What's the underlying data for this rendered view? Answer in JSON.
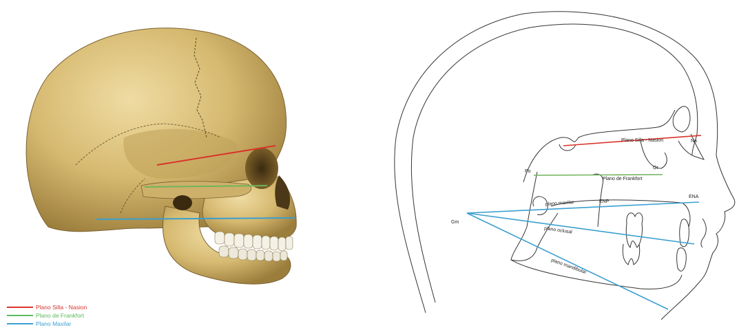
{
  "legend": {
    "items": [
      {
        "label": "Plano Silla - Nasion",
        "color": "#d9342b"
      },
      {
        "label": "Plano de Frankfort",
        "color": "#5cb85c"
      },
      {
        "label": "Plano Maxilar",
        "color": "#3a9fd0"
      }
    ]
  },
  "cephalogram": {
    "labels": {
      "na": "Na",
      "or": "Or",
      "po": "Po",
      "enp": "ENP",
      "ena": "ENA",
      "gm": "Gm",
      "silla_nasion": "Plano Silla - Nasion",
      "frankfort": "Plano de Frankfort",
      "maxilar": "plano maxilar",
      "oclusal": "plano oclusal",
      "mandibular": "plano mandibular"
    }
  },
  "colors": {
    "silla_nasion": "#d9342b",
    "frankfort": "#6fb45a",
    "maxilar": "#3a9fd0",
    "bone_light": "#e3cc8e",
    "bone_dark": "#a88a45",
    "teeth": "#f4f1e6"
  }
}
